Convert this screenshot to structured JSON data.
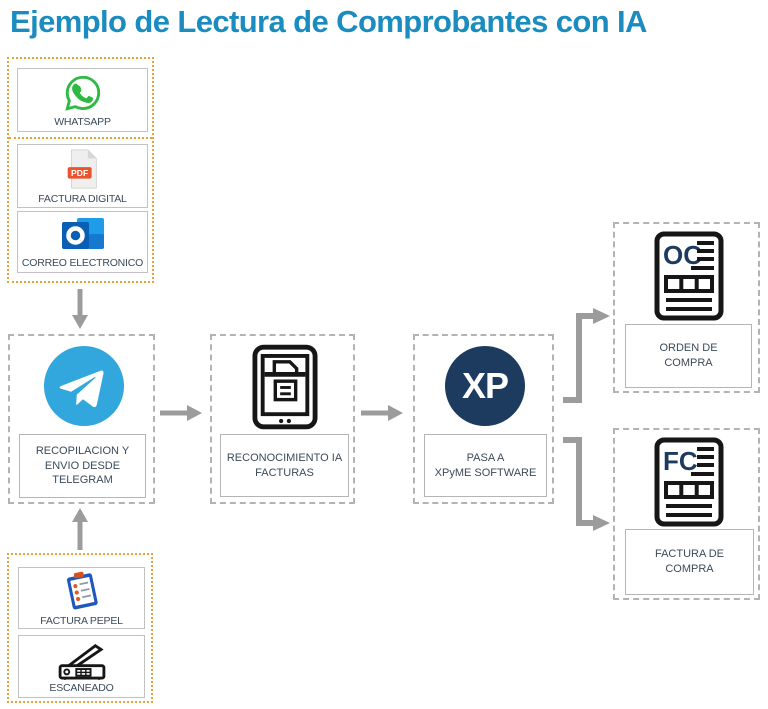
{
  "title": "Ejemplo de Lectura de Comprobantes con IA",
  "colors": {
    "title_blue": "#1a8cc0",
    "accent_orange": "#e9a13b",
    "arrow_gray": "#9c9c9c",
    "navy": "#1d3a5f",
    "telegram_blue": "#32a7dd",
    "whatsapp_green": "#2eb943",
    "pdf_orange": "#e8542d",
    "outlook_blue": "#0a5fb4",
    "label_text": "#3b4a59"
  },
  "sources_digital": {
    "items": [
      {
        "label": "WHATSAPP",
        "icon": "whatsapp-icon"
      },
      {
        "label": "FACTURA DIGITAL",
        "icon": "pdf-icon",
        "icon_text": "PDF"
      },
      {
        "label": "CORREO ELECTRONICO",
        "icon": "outlook-icon"
      }
    ]
  },
  "sources_paper": {
    "items": [
      {
        "label": "FACTURA PEPEL",
        "icon": "clipboard-icon"
      },
      {
        "label": "ESCANEADO",
        "icon": "scanner-icon"
      }
    ]
  },
  "nodes": {
    "telegram": {
      "icon": "telegram-icon",
      "lines": [
        "RECOPILACION Y",
        "ENVIO DESDE",
        "TELEGRAM"
      ]
    },
    "recognition": {
      "icon": "tablet-scan-icon",
      "lines": [
        "RECONOCIMIENTO IA",
        "FACTURAS"
      ]
    },
    "xpyme": {
      "icon": "xp-logo",
      "logo_text": "XP",
      "lines": [
        "PASA A",
        "XPyME SOFTWARE"
      ]
    },
    "orden_compra": {
      "icon": "document-icon",
      "doc_code": "OC",
      "lines": [
        "ORDEN DE",
        "COMPRA"
      ]
    },
    "factura_compra": {
      "icon": "document-icon",
      "doc_code": "FC",
      "lines": [
        "FACTURA DE",
        "COMPRA"
      ]
    }
  }
}
